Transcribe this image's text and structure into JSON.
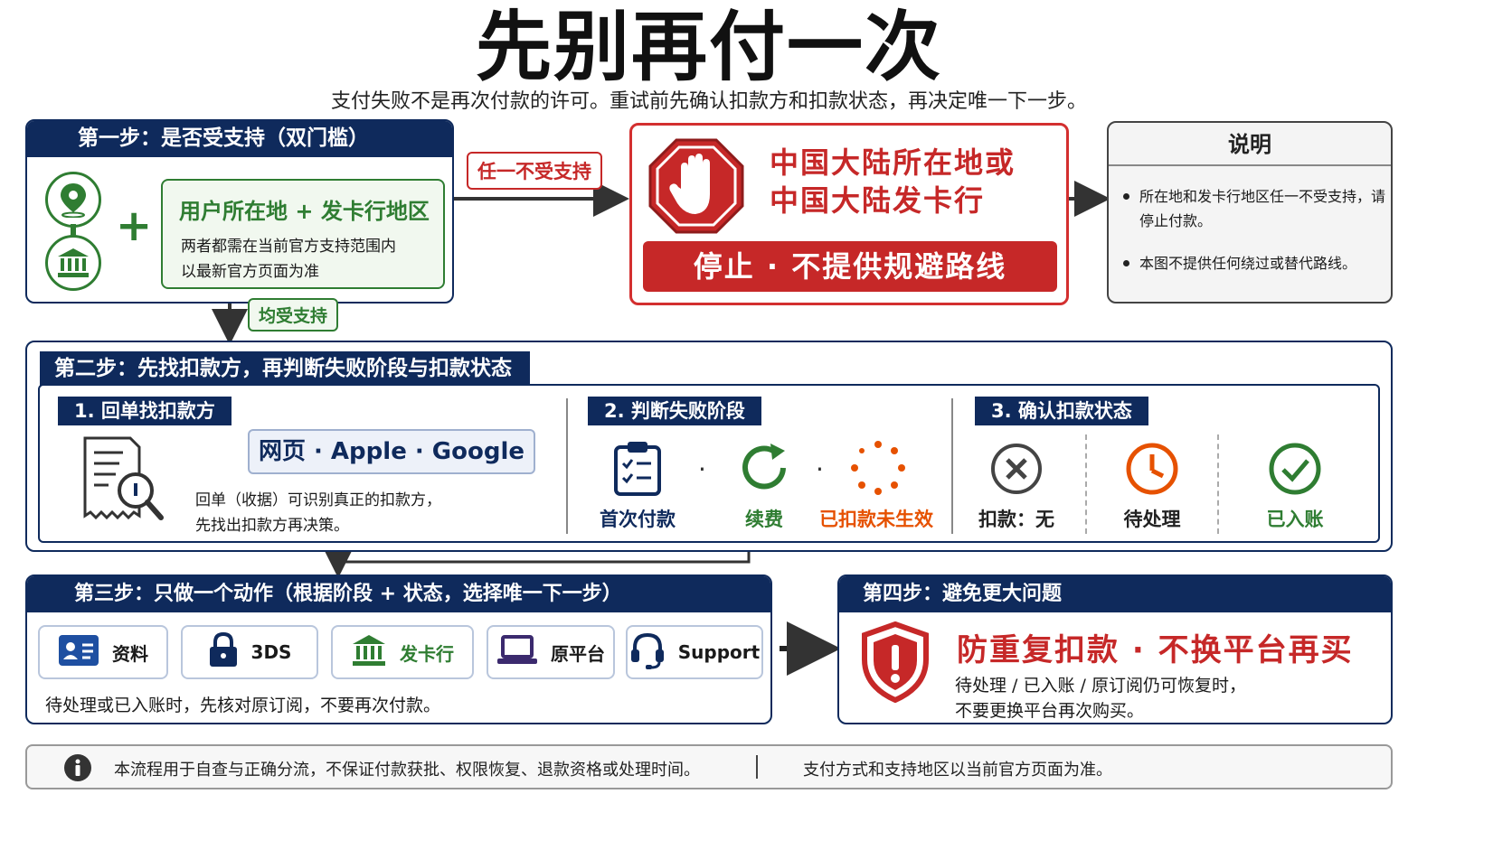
{
  "header": {
    "title": "先别再付一次",
    "subtitle": "支付失败不是再次付款的许可。重试前先确认扣款方和扣款状态，再决定唯一下一步。"
  },
  "step1": {
    "heading": "第一步：是否受支持（双门槛）",
    "plus": "+",
    "box_title": "用户所在地 + 发卡行地区",
    "box_line1": "两者都需在当前官方支持范围内",
    "box_line2": "以最新官方页面为准",
    "tag_unsupported": "任一不受支持",
    "tag_supported": "均受支持"
  },
  "stop": {
    "line1": "中国大陆所在地或",
    "line2": "中国大陆发卡行",
    "banner": "停止 · 不提供规避路线"
  },
  "notes": {
    "title": "说明",
    "item1": "所在地和发卡行地区任一不受支持，请停止付款。",
    "item2": "本图不提供任何绕过或替代路线。"
  },
  "step2": {
    "heading": "第二步：先找扣款方，再判断失败阶段与扣款状态",
    "sub1": {
      "heading": "1. 回单找扣款方",
      "platforms": "网页 · Apple · Google",
      "line1": "回单（收据）可识别真正的扣款方，",
      "line2": "先找出扣款方再决策。"
    },
    "sub2": {
      "heading": "2. 判断失败阶段",
      "stages": [
        "首次付款",
        "续费",
        "已扣款未生效"
      ],
      "dot": "·"
    },
    "sub3": {
      "heading": "3. 确认扣款状态",
      "states": [
        "扣款：无",
        "待处理",
        "已入账"
      ]
    }
  },
  "step3": {
    "heading": "第三步：只做一个动作（根据阶段 + 状态，选择唯一下一步）",
    "actions": [
      "资料",
      "3DS",
      "发卡行",
      "原平台",
      "Support"
    ],
    "note": "待处理或已入账时，先核对原订阅，不要再次付款。"
  },
  "step4": {
    "heading": "第四步：避免更大问题",
    "title": "防重复扣款 · 不换平台再买",
    "line1": "待处理 / 已入账 / 原订阅仍可恢复时，",
    "line2": "不要更换平台再次购买。"
  },
  "footer": {
    "text1": "本流程用于自查与正确分流，不保证付款获批、权限恢复、退款资格或处理时间。",
    "text2": "支付方式和支持地区以当前官方页面为准。"
  },
  "colors": {
    "navy": "#0f2a5c",
    "red": "#c62828",
    "green": "#2f7d32",
    "orange": "#e65100"
  }
}
